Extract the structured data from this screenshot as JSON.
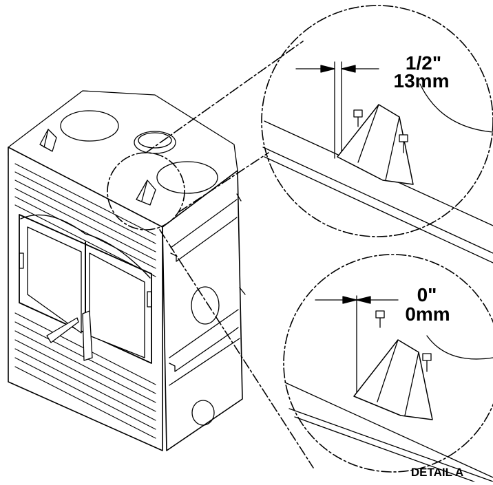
{
  "detail_top": {
    "dimension_imperial": "1/2\"",
    "dimension_metric": "13mm"
  },
  "detail_bottom": {
    "dimension_imperial": "0\"",
    "dimension_metric": "0mm"
  },
  "caption": "DETAIL A",
  "colors": {
    "line": "#000000",
    "background": "#ffffff"
  }
}
